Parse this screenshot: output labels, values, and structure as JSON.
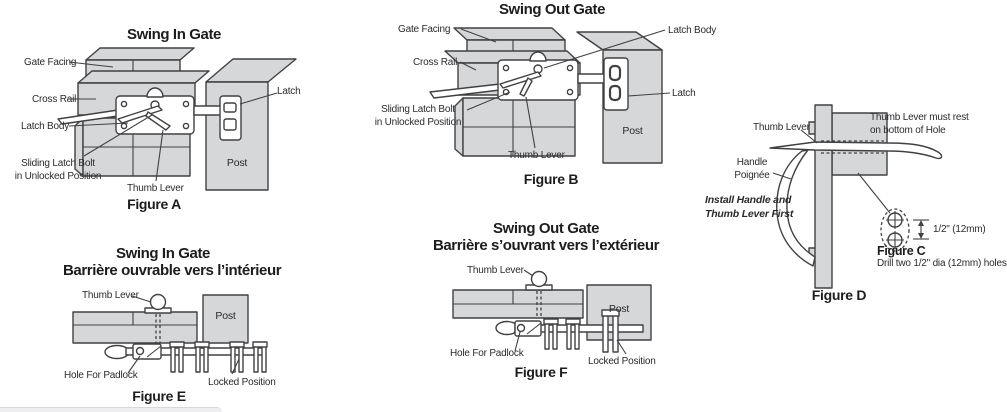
{
  "colors": {
    "fill": "#d6d7d9",
    "line": "#414143",
    "text": "#2b2b2d",
    "white": "#ffffff"
  },
  "figure_a": {
    "title": "Swing In Gate",
    "caption": "Figure A",
    "labels": {
      "gate_facing": "Gate Facing",
      "cross_rail": "Cross Rail",
      "latch_body": "Latch Body",
      "sliding_line1": "Sliding Latch Bolt",
      "sliding_line2": "in Unlocked Position",
      "thumb_lever": "Thumb Lever",
      "latch": "Latch",
      "post": "Post"
    }
  },
  "figure_b": {
    "title": "Swing Out Gate",
    "caption": "Figure B",
    "labels": {
      "gate_facing": "Gate Facing",
      "cross_rail": "Cross Rail",
      "latch_body": "Latch Body",
      "sliding_line1": "Sliding Latch Bolt",
      "sliding_line2": "in Unlocked Position",
      "thumb_lever": "Thumb Lever",
      "latch": "Latch",
      "post": "Post"
    }
  },
  "figure_c": {
    "caption": "Figure C",
    "dimension": "1/2\" (12mm)",
    "note": "Drill two 1/2\" dia (12mm) holes"
  },
  "figure_d": {
    "caption": "Figure D",
    "labels": {
      "thumb_lever": "Thumb Lever",
      "handle_en": "Handle",
      "handle_fr": "Poignée",
      "install_line1": "Install Handle and",
      "install_line2": "Thumb Lever First",
      "note_line1": "Thumb Lever must rest",
      "note_line2": "on bottom of Hole"
    }
  },
  "figure_e": {
    "title_en": "Swing In Gate",
    "title_fr": "Barrière ouvrable vers l’intérieur",
    "caption": "Figure E",
    "labels": {
      "thumb_lever": "Thumb Lever",
      "post": "Post",
      "hole_for_padlock": "Hole For Padlock",
      "locked_position": "Locked Position"
    }
  },
  "figure_f": {
    "title_en": "Swing Out Gate",
    "title_fr": "Barrière s’ouvrant vers l’extérieur",
    "caption": "Figure F",
    "labels": {
      "thumb_lever": "Thumb Lever",
      "post": "Post",
      "hole_for_padlock": "Hole For Padlock",
      "locked_position": "Locked Position"
    }
  }
}
